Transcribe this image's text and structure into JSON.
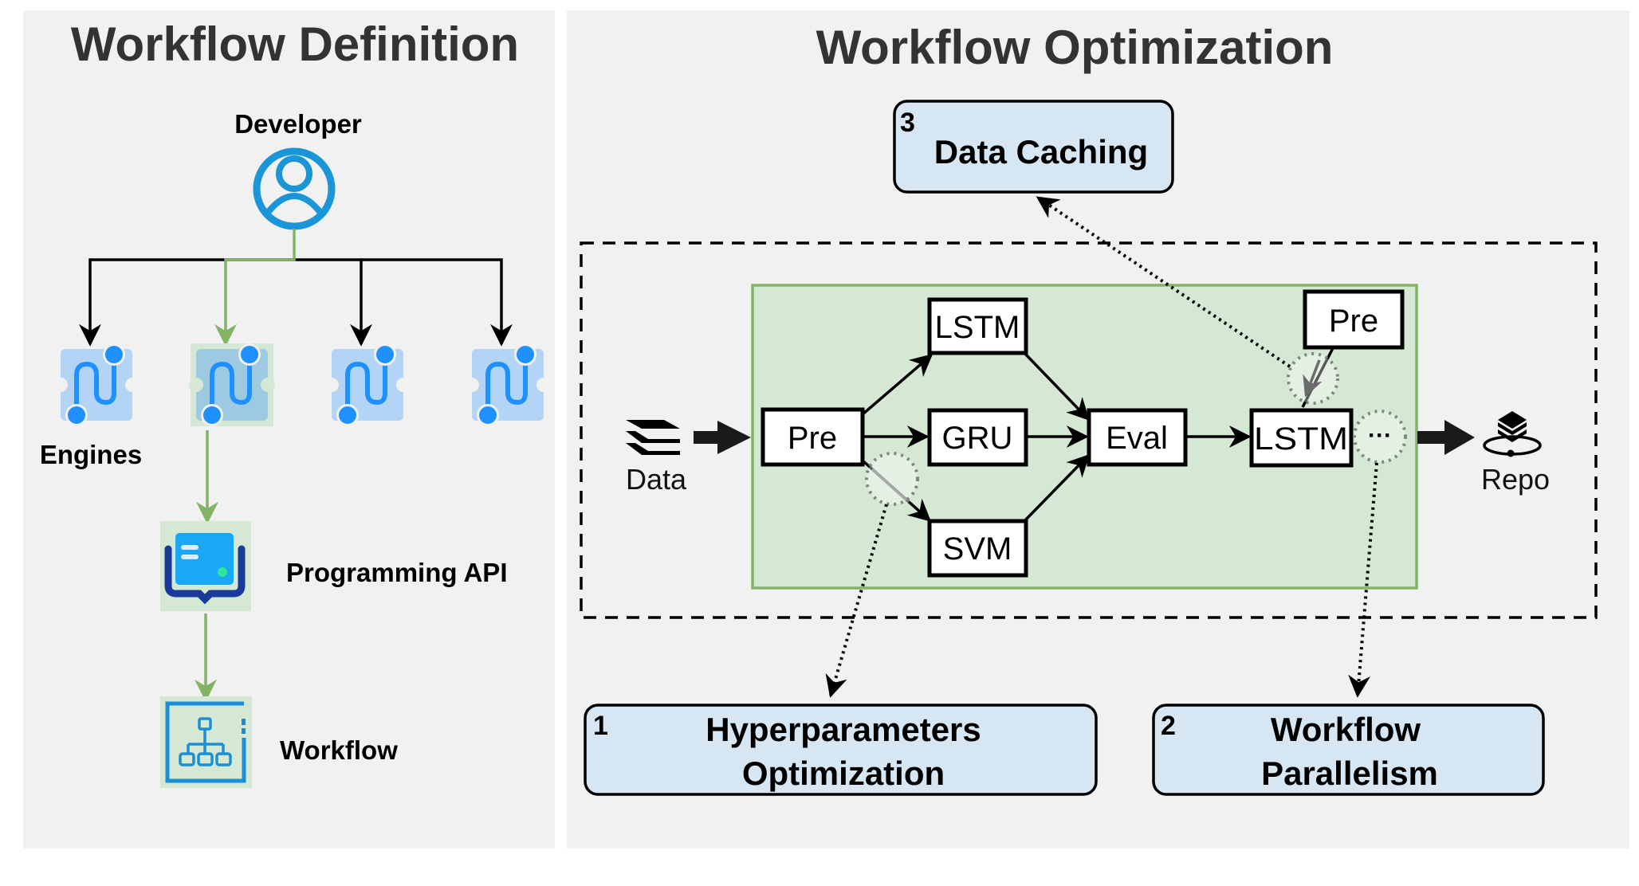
{
  "left_panel": {
    "title": "Workflow Definition",
    "developer_label": "Developer",
    "engines_label": "Engines",
    "engine_count": 4,
    "selected_engine_index": 1,
    "programming_api_label": "Programming API",
    "workflow_label": "Workflow"
  },
  "right_panel": {
    "title": "Workflow Optimization",
    "data_label": "Data",
    "repo_label": "Repo",
    "nodes": {
      "pre": "Pre",
      "lstm": "LSTM",
      "gru": "GRU",
      "svm": "SVM",
      "eval": "Eval",
      "lstm2": "LSTM",
      "pre2": "Pre",
      "ellipsis": "···"
    },
    "callouts": [
      {
        "number": "1",
        "line1": "Hyperparameters",
        "line2": "Optimization"
      },
      {
        "number": "2",
        "line1": "Workflow",
        "line2": "Parallelism"
      },
      {
        "number": "3",
        "line1": "Data Caching",
        "line2": ""
      }
    ]
  },
  "colors": {
    "panel_bg": "#f1f1f1",
    "pipeline_bg": "#d5e8d4",
    "pipeline_border": "#82b366",
    "callout_bg": "#d6e6f3",
    "icon_blue": "#1e90ff",
    "developer_blue": "#1a96d8",
    "green_path": "#82b366"
  }
}
